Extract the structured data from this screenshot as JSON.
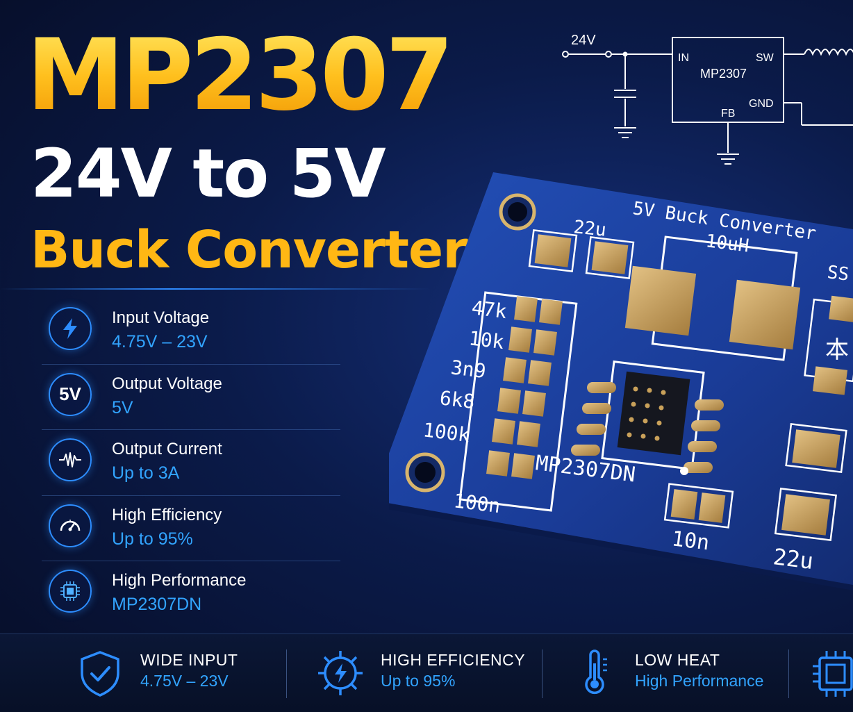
{
  "title": {
    "main": "MP2307",
    "sub": "24V to 5V",
    "sub2": "Buck Converter"
  },
  "specs": [
    {
      "label": "Input Voltage",
      "value": "4.75V – 23V",
      "icon": "lightning-bolt-icon"
    },
    {
      "label": "Output Voltage",
      "value": "5V",
      "icon": "5v-badge-icon",
      "icon_text": "5V"
    },
    {
      "label": "Output Current",
      "value": "Up to 3A",
      "icon": "waveform-icon"
    },
    {
      "label": "High Efficiency",
      "value": "Up to 95%",
      "icon": "speedometer-icon"
    },
    {
      "label": "High Performance",
      "value": "MP2307DN",
      "icon": "chip-icon"
    }
  ],
  "features": [
    {
      "title": "WIDE INPUT",
      "sub": "4.75V – 23V",
      "icon": "shield-check-icon"
    },
    {
      "title": "HIGH EFFICIENCY",
      "sub": "Up to 95%",
      "icon": "gear-bolt-icon"
    },
    {
      "title": "LOW HEAT",
      "sub": "High Performance",
      "icon": "thermometer-icon"
    }
  ],
  "schematic": {
    "input": "24V",
    "chip": "MP2307",
    "pins": {
      "in": "IN",
      "sw": "SW",
      "gnd": "GND",
      "fb": "FB"
    }
  },
  "board": {
    "title": "5V Buck Converter",
    "cap_in": "22u",
    "inductor": "10uH",
    "ss": "SS",
    "resistors": [
      "47k",
      "10k",
      "3n9",
      "6k8",
      "100k",
      "100n"
    ],
    "ic": "MP2307DN",
    "cap_10n": "10n",
    "cap_out": "22u",
    "glyph": "本"
  },
  "colors": {
    "accent_yellow": "#ffc21a",
    "accent_blue": "#32a4ff",
    "background": "#0b1b4a",
    "pcb_blue": "#1b3f9e",
    "pad_gold": "#c9a15a"
  }
}
